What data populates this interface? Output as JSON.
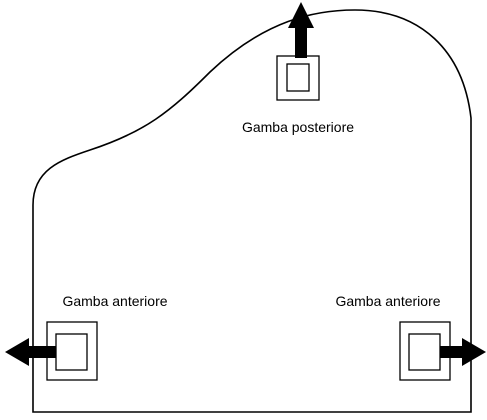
{
  "diagram": {
    "labels": {
      "rear_leg": "Gamba posteriore",
      "front_leg_left": "Gamba anteriore",
      "front_leg_right": "Gamba anteriore"
    },
    "colors": {
      "outline": "#000000",
      "arrow": "#000000",
      "background": "#ffffff"
    },
    "icons": {
      "rear_arrow": "arrow-up-icon",
      "left_arrow": "arrow-left-icon",
      "right_arrow": "arrow-right-icon"
    }
  }
}
